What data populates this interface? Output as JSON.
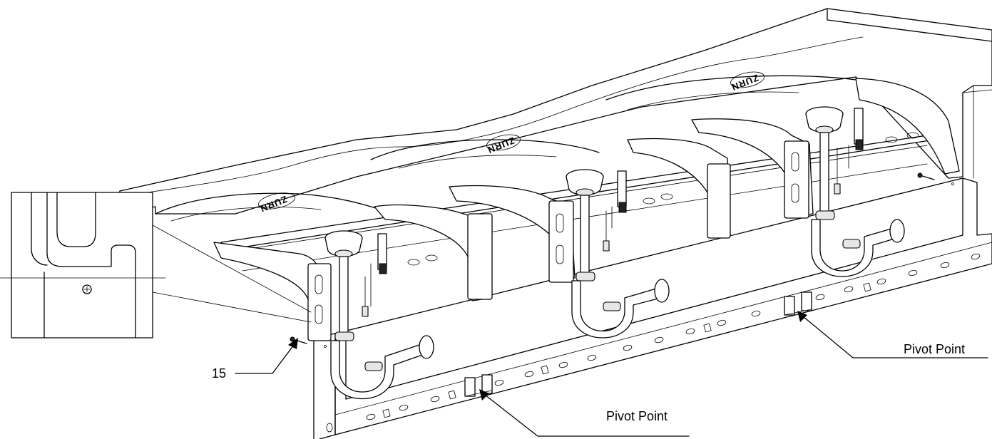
{
  "callouts": {
    "part_number": "15",
    "pivot_point_right": "Pivot Point",
    "pivot_point_bottom": "Pivot Point"
  },
  "logos": {
    "brand_mark": "ZURN"
  },
  "colors": {
    "line": "#000000",
    "background": "#ffffff",
    "shade": "#e6e6e6"
  },
  "icons": {
    "screw_head": "phillips-screw-icon"
  }
}
